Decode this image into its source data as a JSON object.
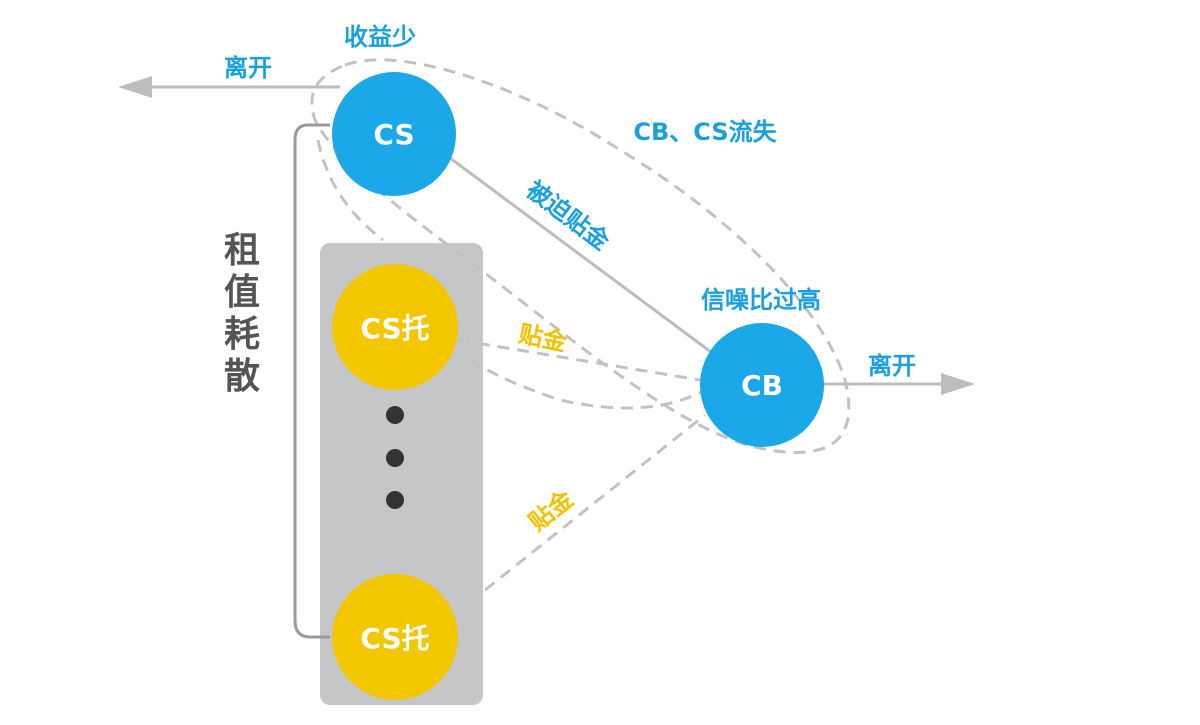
{
  "colors": {
    "blue": "#1ba8e8",
    "yellow": "#f2c700",
    "label_blue": "#1ba0df",
    "label_yellow": "#f2c200",
    "gray_line": "#bdbdbd",
    "dashed": "#c2c2c2",
    "panel": "#c5c6c8",
    "dots": "#333333",
    "side_text": "#555555"
  },
  "nodes": {
    "cs": "CS",
    "cb": "CB",
    "cs_tuo_top": "CS托",
    "cs_tuo_bottom": "CS托"
  },
  "labels": {
    "leave_left": "离开",
    "leave_right": "离开",
    "low_income": "收益少",
    "cb_cs_loss": "CB、CS流失",
    "forced_subsidy": "被迫贴金",
    "high_snr": "信噪比过高",
    "subsidy_upper": "贴金",
    "subsidy_lower": "贴金",
    "rent_dissipation": "租值耗散"
  },
  "icons": {
    "left_arrow": "arrow-left-icon",
    "right_arrow": "arrow-right-icon",
    "ellipsis": "vertical-ellipsis-icon"
  }
}
